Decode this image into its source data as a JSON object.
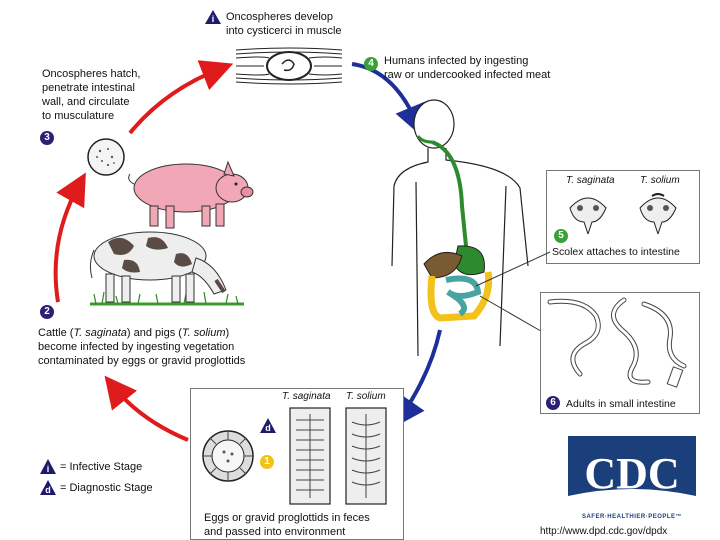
{
  "colors": {
    "infective": "#1f1a6b",
    "diagnostic": "#1f1a6b",
    "step3_6": "#2a2173",
    "step4_5": "#3aa13a",
    "step1": "#f2c21b",
    "arrow_red": "#e01b1b",
    "arrow_blue": "#1f2f9a",
    "cdc_blue": "#1a3f7a"
  },
  "icons": [
    "infective-stage-icon",
    "diagnostic-stage-icon",
    "cdc-logo"
  ],
  "steps": {
    "top": {
      "line1": "Oncospheres develop",
      "line2": "into cysticerci in muscle",
      "badge": "i"
    },
    "step4": {
      "badge": "4",
      "line1": "Humans infected by ingesting",
      "line2": "raw or undercooked infected meat"
    },
    "step3": {
      "badge": "3",
      "line1": "Oncospheres hatch,",
      "line2": "penetrate intestinal",
      "line3": "wall, and circulate",
      "line4": "to musculature"
    },
    "step2": {
      "badge": "2",
      "line1_a": "Cattle (",
      "line1_b": "T. saginata",
      "line1_c": ") and pigs (",
      "line1_d": "T. solium",
      "line1_e": ")",
      "line2": "become infected by ingesting vegetation",
      "line3": "contaminated by eggs or gravid proglottids"
    },
    "step5": {
      "badge": "5",
      "label": "Scolex attaches to intestine",
      "species_a": "T. saginata",
      "species_b": "T. solium"
    },
    "step6": {
      "badge": "6",
      "label": "Adults in small intestine"
    },
    "step1": {
      "badge": "1",
      "badge_d": "d",
      "label_line1": "Eggs or gravid proglottids in feces",
      "label_line2": "and passed into environment",
      "species_a": "T. saginata",
      "species_b": "T. solium"
    }
  },
  "legend": {
    "infective_badge": "i",
    "infective_label": "= Infective Stage",
    "diagnostic_badge": "d",
    "diagnostic_label": "= Diagnostic Stage"
  },
  "cdc": {
    "logo_text": "CDC",
    "tagline": "SAFER·HEALTHIER·PEOPLE™",
    "url": "http://www.dpd.cdc.gov/dpdx"
  }
}
